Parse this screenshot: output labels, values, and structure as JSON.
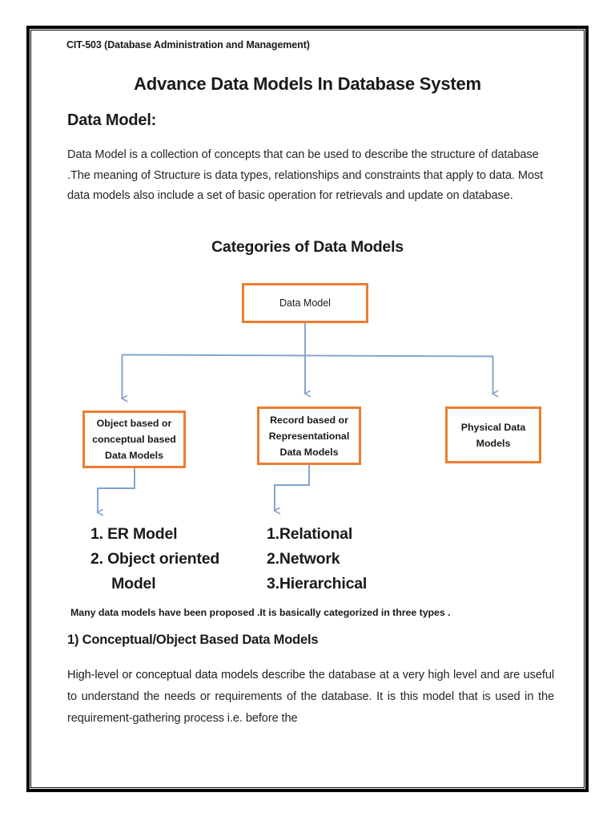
{
  "document": {
    "course_code": "CIT-503 (Database Administration and Management)",
    "title": "Advance Data Models In Database System",
    "heading_data_model": "Data Model:",
    "para_data_model": "Data Model is a collection of concepts that can be used to describe the structure of database .The meaning of Structure is data types, relationships and constraints that apply to data. Most data models also include a set of basic operation for retrievals and update on database.",
    "diagram_heading": "Categories of Data Models",
    "note_line": "Many data models have been proposed .It is basically categorized in three types .",
    "heading_conceptual": "1) Conceptual/Object Based Data Models",
    "para_conceptual_lead": "High-level or conceptual data models describe",
    "para_conceptual_rest": " the database at a very high level and are useful to understand the needs or requirements of the database. It is this model that is used in the requirement-gathering process i.e. before the"
  },
  "diagram": {
    "root": {
      "label": "Data Model"
    },
    "branches": [
      {
        "id": "object-based",
        "lines": [
          "Object based or",
          "conceptual based",
          "Data Models"
        ]
      },
      {
        "id": "record-based",
        "lines": [
          "Record based or",
          "Representational",
          "Data Models"
        ]
      },
      {
        "id": "physical-data",
        "lines": [
          "Physical Data",
          "Models"
        ]
      }
    ],
    "lists": {
      "left": "1. ER Model\n2. Object oriented\n     Model",
      "right": "1.Relational\n2.Network\n3.Hierarchical"
    },
    "colors": {
      "box_border": "#ED7D31",
      "connector": "#8FAADC",
      "box_fill": "#FFFFFF"
    }
  }
}
